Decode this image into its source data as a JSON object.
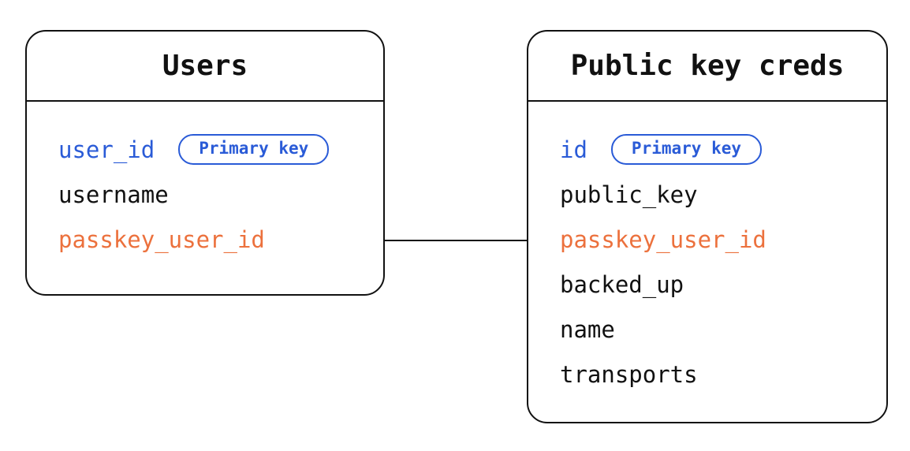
{
  "colors": {
    "background": "#ffffff",
    "black": "#111111",
    "blue": "#2a5bd7",
    "orange": "#ec713d"
  },
  "tables": [
    {
      "title": "Users",
      "fields": [
        {
          "name": "user_id",
          "color": "blue",
          "badge": "Primary key"
        },
        {
          "name": "username",
          "color": "black"
        },
        {
          "name": "passkey_user_id",
          "color": "orange"
        }
      ]
    },
    {
      "title": "Public key creds",
      "fields": [
        {
          "name": "id",
          "color": "blue",
          "badge": "Primary key"
        },
        {
          "name": "public_key",
          "color": "black"
        },
        {
          "name": "passkey_user_id",
          "color": "orange"
        },
        {
          "name": "backed_up",
          "color": "black"
        },
        {
          "name": "name",
          "color": "black"
        },
        {
          "name": "transports",
          "color": "black"
        }
      ]
    }
  ],
  "relation": {
    "from": "Users.passkey_user_id",
    "to": "Public key creds.passkey_user_id"
  }
}
